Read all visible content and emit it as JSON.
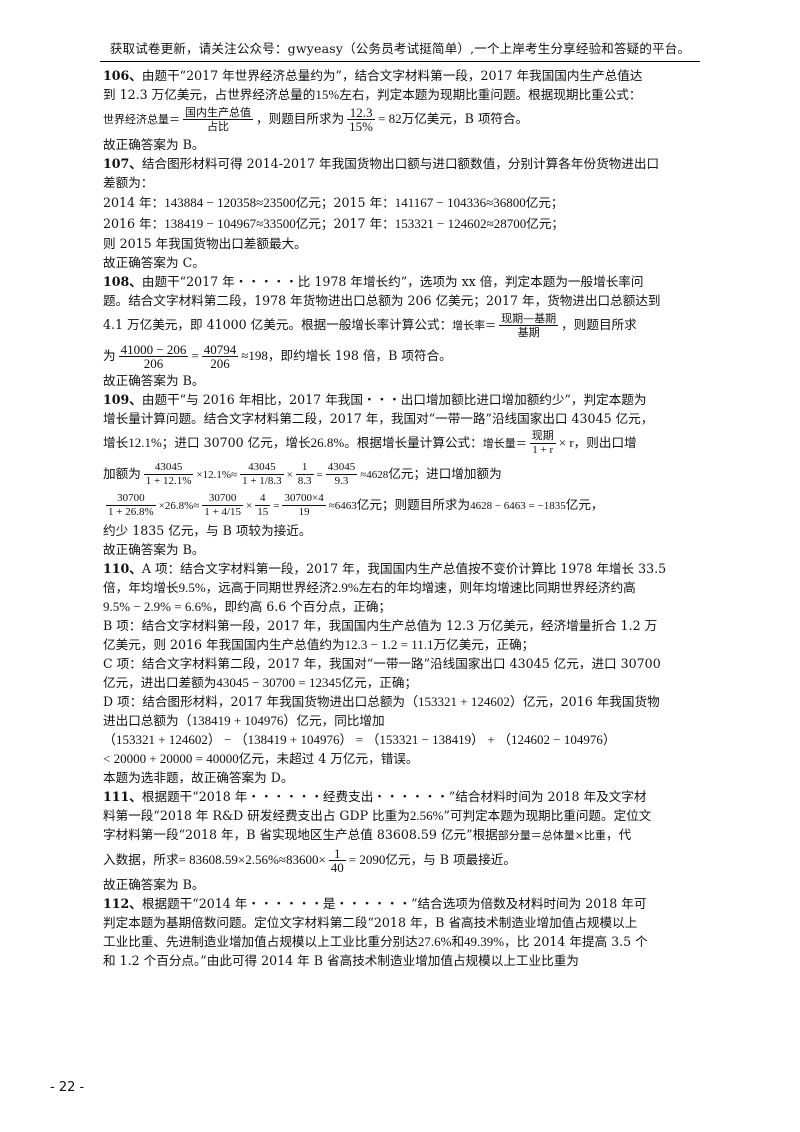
{
  "header": {
    "text": "获取试卷更新，请关注公众号：gwyeasy（公务员考试挺简单）,一个上岸考生分享经验和答疑的平台。"
  },
  "q106": {
    "num": "106、",
    "l1": "由题干“2017 年世界经济总量约为”，结合文字材料第一段，2017 年我国国内生产总值达",
    "l2a": "到 12.3 万亿美元，占世界经济总量的",
    "pct": "15%",
    "l2b": "左右，判定本题为现期比重问题。根据现期比重公式：",
    "f_left": "世界经济总量＝",
    "f_num": "国内生产总值",
    "f_den": "占比",
    "l3a": "，则题目所求为",
    "c_num": "12.3",
    "c_den": "15%",
    "c_res": "= 82",
    "l3b": "万亿美元，B 项符合。",
    "ans": "故正确答案为 B。"
  },
  "q107": {
    "num": "107、",
    "l1": "结合图形材料可得 2014-2017 年我国货物出口额与进口额数值，分别计算各年份货物进出口",
    "l2": "差额为：",
    "y2014": "2014 年：",
    "e2014": "143884 − 120358≈23500",
    "y2015": "亿元；2015 年：",
    "e2015": "141167 − 104336≈36800",
    "u1": "亿元；",
    "y2016": "2016 年：",
    "e2016": "138419 − 104967≈33500",
    "y2017": "亿元；2017 年：",
    "e2017": "153321 − 124602≈28700",
    "u2": "亿元；",
    "l5": "则 2015 年我国货物出口差额最大。",
    "ans": "故正确答案为 C。"
  },
  "q108": {
    "num": "108、",
    "l1": "由题干“2017 年・・・・・比 1978 年增长约”，选项为 xx 倍，判定本题为一般增长率问",
    "l2": "题。结合文字材料第二段，1978 年货物进出口总额为 206 亿美元；2017 年，货物进出口总额达到",
    "l3a": "4.1 万亿美元，即 41000 亿美元。根据一般增长率计算公式：",
    "f_left": "增长率＝",
    "f_num": "现期—基期",
    "f_den": "基期",
    "l3b": "，则题目所求",
    "l4a": "为",
    "c1_num": "41000 − 206",
    "c1_den": "206",
    "c2_num": "40794",
    "c2_den": "206",
    "c_res": "≈198",
    "l4b": "，即约增长 198 倍，B 项符合。",
    "ans": "故正确答案为 B。"
  },
  "q109": {
    "num": "109、",
    "l1": "由题干“与 2016 年相比，2017 年我国・・・出口增加额比进口增加额约少”，判定本题为",
    "l2": "增长量计算问题。结合文字材料第二段，2017 年，我国对“一带一路”沿线国家出口 43045 亿元，",
    "l3a": "增长",
    "g1": "12.1%",
    "l3b": "；进口 30700 亿元，增长",
    "g2": "26.8%",
    "l3c": "。根据增长量计算公式：",
    "f_left": "增长量＝",
    "f_num": "现期",
    "f_den": "1 + r",
    "f_tail": "× r",
    "l3d": "，则出口增",
    "l4a": "加额为",
    "a1_num": "43045",
    "a1_den": "1 + 12.1%",
    "a1_tail": "×12.1%≈",
    "a2_num": "43045",
    "a2_den": "1 + 1/8.3",
    "a2_tail": "×",
    "a3_num": "1",
    "a3_den": "8.3",
    "a3_tail": "=",
    "a4_num": "43045",
    "a4_den": "9.3",
    "a4_tail": "≈4628",
    "l4b": "亿元；进口增加额为",
    "b1_num": "30700",
    "b1_den": "1 + 26.8%",
    "b1_tail": "×26.8%≈",
    "b2_num": "30700",
    "b2_den": "1 + 4/15",
    "b2_tail": "×",
    "b3_num": "4",
    "b3_den": "15",
    "b3_tail": "=",
    "b4_num": "30700×4",
    "b4_den": "19",
    "b4_tail": "≈6463",
    "l5a": "亿元；则题目所求为",
    "l5eq": "4628 − 6463 = −1835",
    "l5b": "亿元，",
    "l6": "约少 1835 亿元，与 B 项较为接近。",
    "ans": "故正确答案为 B。"
  },
  "q110": {
    "num": "110、",
    "l1": "A 项：结合文字材料第一段，2017 年，我国国内生产总值按不变价计算比 1978 年增长 33.5",
    "l2a": "倍，年均增长",
    "r1": "9.5%",
    "l2b": "，远高于同期世界经济",
    "r2": "2.9%",
    "l2c": "左右的年均增速，则年均增速比同期世界经济约高",
    "l3eq": "9.5% − 2.9% = 6.6%",
    "l3b": "，即约高 6.6 个百分点，正确；",
    "b1": "B 项：结合文字材料第一段，2017 年，我国国内生产总值为 12.3 万亿美元，经济增量折合 1.2 万",
    "b2a": "亿美元，则 2016 年我国国内生产总值约为",
    "b2eq": "12.3 − 1.2 = 11.1",
    "b2b": "万亿美元，正确；",
    "c1": "C 项：结合文字材料第二段，2017 年，我国对“一带一路”沿线国家出口 43045 亿元，进口 30700",
    "c2a": "亿元，进出口差额为",
    "c2eq": "43045 − 30700 = 12345",
    "c2b": "亿元，正确；",
    "d1a": "D 项：结合图形材料，2017 年我国货物进出口总额为",
    "d1eq": "（153321 + 124602）",
    "d1b": "亿元，2016 年我国货物",
    "d2a": "进出口总额为",
    "d2eq": "（138419 + 104976）",
    "d2b": "亿元，同比增加",
    "d3": "（153321 + 124602） − （138419 + 104976） = （153321 − 138419） + （124602 − 104976）",
    "d4a": "< 20000 + 20000 = 40000",
    "d4b": "亿元，未超过 4 万亿元，错误。",
    "l_end": "本题为选非题，故正确答案为 D。"
  },
  "q111": {
    "num": "111、",
    "l1": "根据题干“2018 年・・・・・・经费支出・・・・・・”结合材料时间为 2018 年及文字材",
    "l2a": "料第一段“2018 年 R&D 研发经费支出占 GDP 比重为",
    "r": "2.56%",
    "l2b": "”可判定本题为现期比重问题。定位文",
    "l3a": "字材料第一段“2018 年，B 省实现地区生产总值 83608.59 亿元”根据",
    "f": "部分量＝总体量×比重",
    "l3b": "，代",
    "l4a": "入数据，所求",
    "e1": "= 83608.59×2.56%≈83600×",
    "fr_num": "1",
    "fr_den": "40",
    "e2": "= 2090",
    "l4b": "亿元，与 B 项最接近。",
    "ans": "故正确答案为 B。"
  },
  "q112": {
    "num": "112、",
    "l1": "根据题干“2014 年・・・・・・是・・・・・・”结合选项为倍数及材料时间为 2018 年可",
    "l2": "判定本题为基期倍数问题。定位文字材料第二段“2018 年，B 省高技术制造业增加值占规模以上",
    "l3a": "工业比重、先进制造业增加值占规模以上工业比重分别达",
    "p1": "27.6%",
    "l3b": "和",
    "p2": "49.39%",
    "l3c": "，比 2014 年提高 3.5 个",
    "l4": "和 1.2 个百分点。”由此可得 2014 年 B 省高技术制造业增加值占规模以上工业比重为"
  },
  "footer": {
    "page": "- 22 -"
  }
}
